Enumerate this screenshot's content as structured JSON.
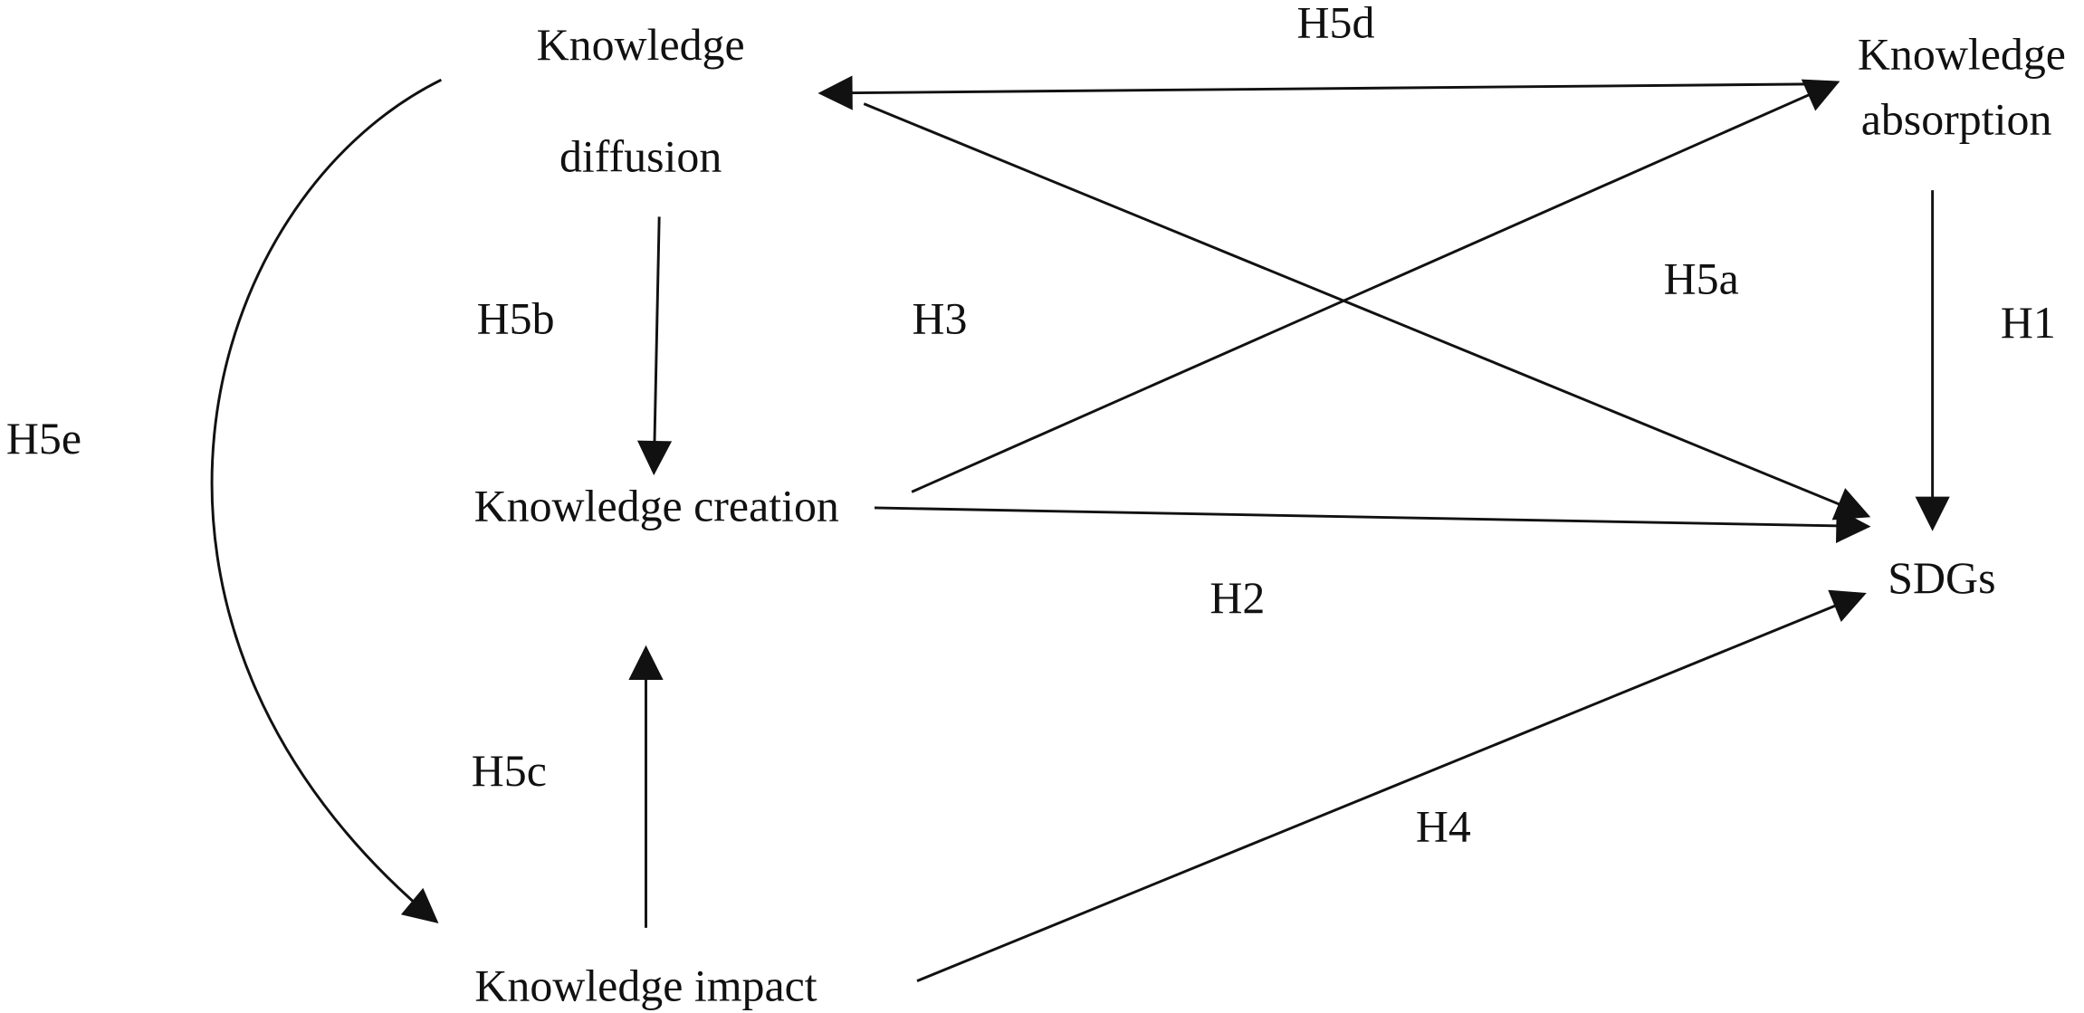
{
  "nodes": {
    "diffusion": [
      "Knowledge",
      "diffusion"
    ],
    "absorption": [
      "Knowledge",
      "absorption"
    ],
    "creation": "Knowledge creation",
    "sdgs": "SDGs",
    "impact": "Knowledge impact"
  },
  "hypotheses": {
    "h1": "H1",
    "h2": "H2",
    "h3": "H3",
    "h4": "H4",
    "h5a": "H5a",
    "h5b": "H5b",
    "h5c": "H5c",
    "h5d": "H5d",
    "h5e": "H5e"
  },
  "edges": [
    {
      "id": "h1",
      "from": "absorption",
      "to": "sdgs"
    },
    {
      "id": "h2",
      "from": "creation",
      "to": "sdgs"
    },
    {
      "id": "h3",
      "from": "creation",
      "to": "absorption"
    },
    {
      "id": "h4",
      "from": "impact",
      "to": "sdgs"
    },
    {
      "id": "h5a",
      "from": "diffusion",
      "to": "sdgs"
    },
    {
      "id": "h5b",
      "from": "diffusion",
      "to": "creation"
    },
    {
      "id": "h5c",
      "from": "impact",
      "to": "creation"
    },
    {
      "id": "h5d",
      "from": "absorption",
      "to": "diffusion"
    },
    {
      "id": "h5e",
      "from": "diffusion",
      "to": "impact"
    }
  ]
}
